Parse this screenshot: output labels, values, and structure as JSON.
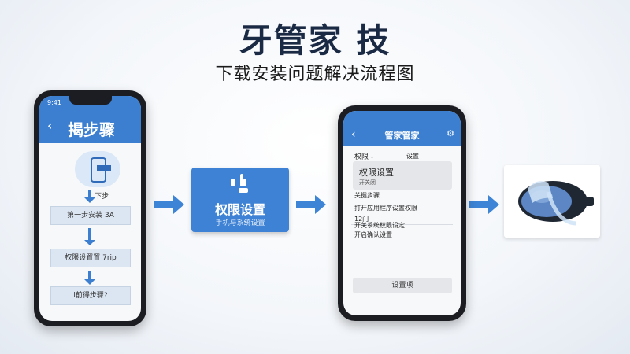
{
  "title": "牙管家 技",
  "subtitle": "下载安装问题解决流程图",
  "phone1": {
    "status_time": "9:41",
    "back_icon": "chevron-left-icon",
    "header_title": "揭步骤",
    "step_label": "下步",
    "steps": [
      "第一步安装 3A",
      "权限设置置 7rip",
      "i前得步骤?"
    ]
  },
  "card": {
    "icon": "hand-settings-icon",
    "title": "权限设置",
    "subtitle": "手机与系统设置"
  },
  "phone2": {
    "header_title": "管家管家",
    "back_icon": "chevron-left-icon",
    "header_icon": "settings-icon",
    "row1_left": "权限 -",
    "row1_right": "设置",
    "box_title": "权限设置",
    "box_subtitle": "开关闭",
    "section": "关键步骤",
    "line1": "打开应用程序设置权限",
    "line2": "12门",
    "line3": "开关系统权限设定",
    "line4": "开启确认设置",
    "button": "设置项"
  },
  "colors": {
    "accent": "#3c7fd1",
    "title": "#1b2a44"
  }
}
